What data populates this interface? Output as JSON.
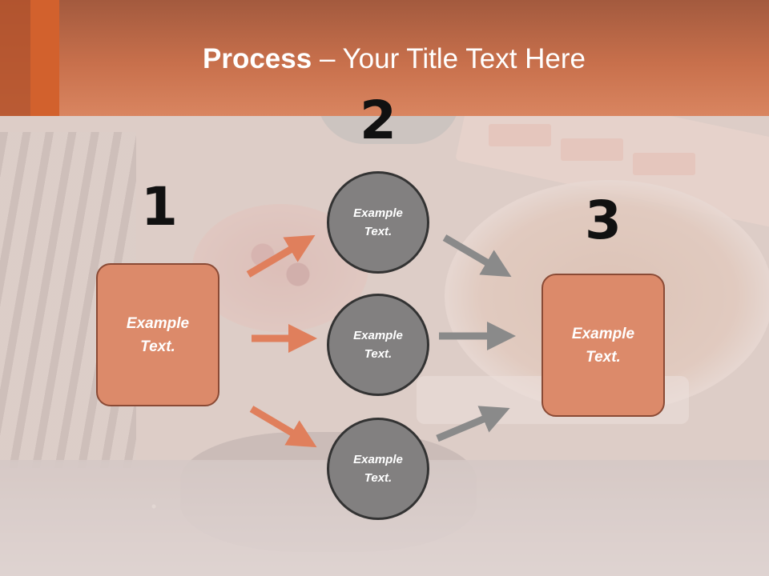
{
  "title": {
    "bold": "Process",
    "rest": " – Your Title Text Here"
  },
  "colors": {
    "header": "#c8704c",
    "box_fill": "#dc8a6a",
    "circle_fill": "#828080",
    "arrow_orange": "#e07f5c",
    "arrow_gray": "#8a8a8a"
  },
  "steps": [
    {
      "number": "1",
      "box_text": "Example\nText."
    },
    {
      "number": "2",
      "circles": [
        "Example\nText.",
        "Example\nText.",
        "Example\nText."
      ]
    },
    {
      "number": "3",
      "box_text": "Example\nText."
    }
  ]
}
